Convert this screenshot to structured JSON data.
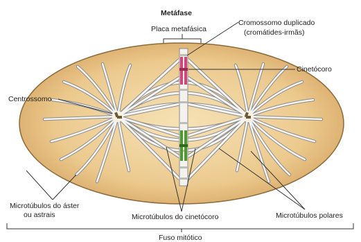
{
  "title": "Metáfase",
  "labels": {
    "placa": "Placa metafásica",
    "cromossomo_l1": "Cromossomo duplicado",
    "cromossomo_l2": "(cromátides-irmãs)",
    "cinetocoro": "Cinetócoro",
    "centrossomo": "Centrossomo",
    "aster_l1": "Microtúbulos do áster",
    "aster_l2": "ou astrais",
    "mt_cinetocoro": "Microtúbulos do cinetócoro",
    "mt_polares": "Microtúbulos polares",
    "fuso": "Fuso mitótico"
  },
  "colors": {
    "cell_fill": "#e9c98f",
    "cell_edge": "#8a6a3a",
    "microtubule": "#f3f3f1",
    "microtubule_edge": "#8b8b8b",
    "chromatid_red": "#d6457a",
    "chromatid_green": "#4f9a2f",
    "line": "#333333"
  }
}
